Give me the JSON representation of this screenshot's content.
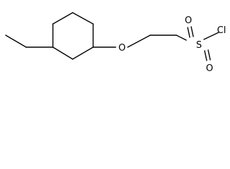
{
  "molecule": {
    "atoms": {
      "oxygen_ether": "O",
      "sulfur": "S",
      "oxygen_sulfonyl_top": "O",
      "oxygen_sulfonyl_bottom": "O",
      "chlorine": "Cl"
    }
  },
  "colors": {
    "bond": "#000000",
    "label": "#000000",
    "background": "#ffffff"
  }
}
